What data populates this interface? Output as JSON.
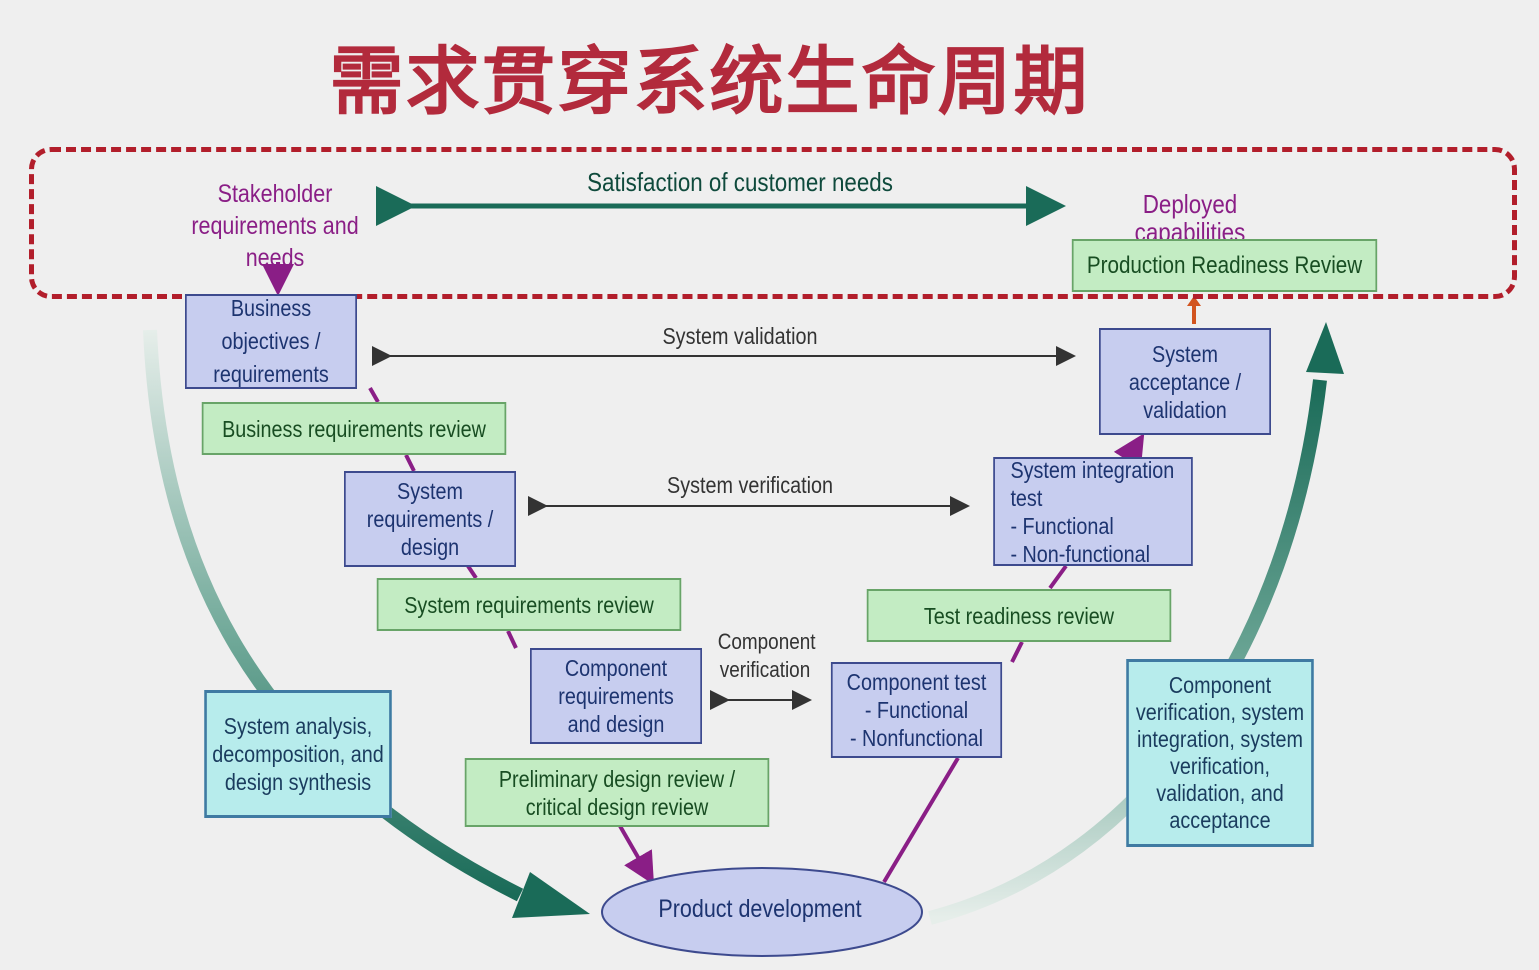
{
  "title": "需求贯穿系统生命周期",
  "top": {
    "stakeholder": "Stakeholder\nrequirements and needs",
    "satisfaction": "Satisfaction of customer needs",
    "deployed": "Deployed capabilities",
    "production_review": "Production Readiness Review"
  },
  "left_branch": {
    "business_objectives": "Business objectives /\nrequirements",
    "business_review": "Business requirements review",
    "system_requirements": "System\nrequirements /\ndesign",
    "system_review": "System requirements review",
    "component_requirements": "Component\nrequirements\nand design",
    "preliminary_review": "Preliminary design review /\ncritical design review",
    "analysis_process": "System analysis,\ndecomposition, and\ndesign synthesis"
  },
  "right_branch": {
    "system_acceptance": "System\nacceptance /\nvalidation",
    "integration_test": "System integration test\n- Functional\n- Non-functional",
    "test_readiness": "Test readiness review",
    "component_test": "Component test\n- Functional\n- Nonfunctional",
    "verification_process": "Component\nverification, system\nintegration, system\nverification,\nvalidation, and\nacceptance"
  },
  "middle": {
    "system_validation": "System validation",
    "system_verification": "System verification",
    "component_verification": "Component\nverification",
    "product_development": "Product development"
  },
  "colors": {
    "title": "#b22a3c",
    "frame": "#b21e2b",
    "purple": "#8a1e86",
    "teal": "#1a6b58"
  }
}
